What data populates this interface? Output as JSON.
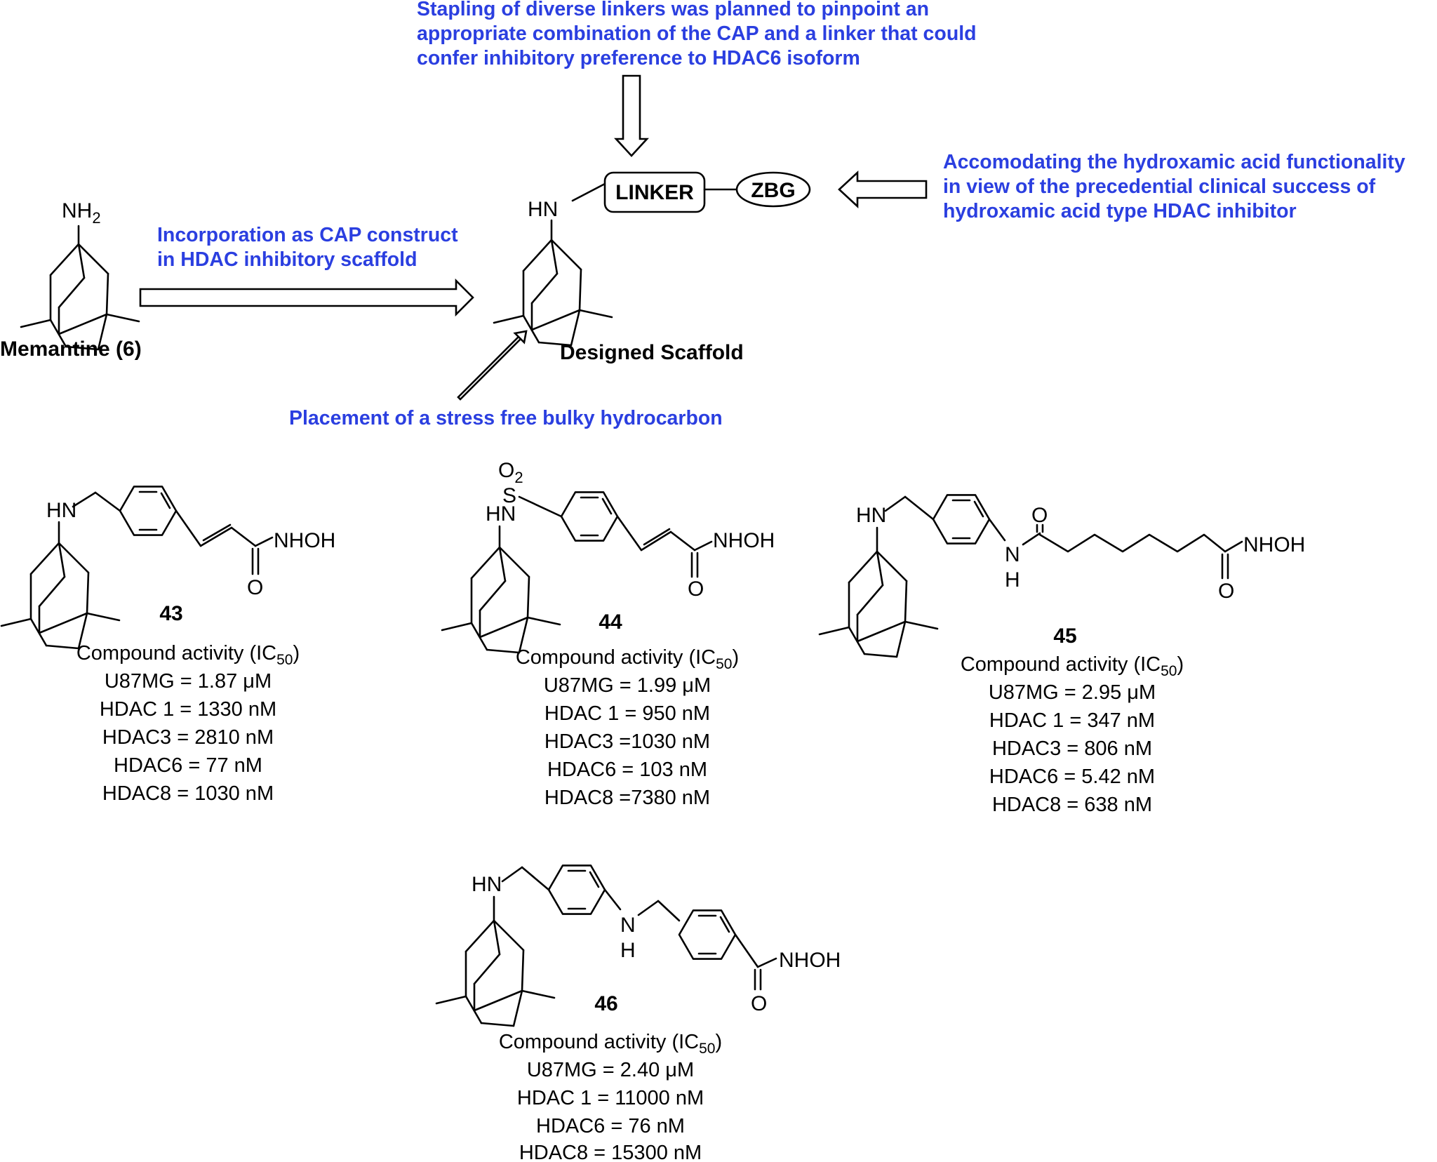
{
  "annotations": {
    "stapling": [
      "Stapling of diverse linkers was planned to pinpoint an",
      "appropriate combination of the CAP and a linker that could",
      "confer inhibitory preference to HDAC6 isoform"
    ],
    "zbg": [
      "Accomodating the hydroxamic acid functionality",
      "in view of the precedential clinical success of",
      "hydroxamic acid type HDAC inhibitor"
    ],
    "cap": [
      "Incorporation as CAP construct",
      "in HDAC inhibitory scaffold"
    ],
    "placement": "Placement of a stress free bulky hydrocarbon"
  },
  "scaffold": {
    "linker": "LINKER",
    "zbg": "ZBG",
    "hn": "HN",
    "label": "Designed Scaffold"
  },
  "memantine": {
    "nh": "NH",
    "nh_sub": "2",
    "label": "Memantine (6)"
  },
  "atoms": {
    "hn": "HN",
    "nhoh": "NHOH",
    "o": "O",
    "s": "S",
    "o2": "O",
    "o2_sub": "2",
    "n": "N",
    "h": "H"
  },
  "compounds": [
    {
      "id": "43",
      "activity_title": "Compound activity (IC",
      "activity_sub": "50",
      "activity_close": ")",
      "values": [
        "U87MG = 1.87 μM",
        "HDAC 1 = 1330 nM",
        "HDAC3 = 2810 nM",
        "HDAC6 = 77 nM",
        "HDAC8 = 1030 nM"
      ]
    },
    {
      "id": "44",
      "activity_title": "Compound activity (IC",
      "activity_sub": "50",
      "activity_close": ")",
      "values": [
        "U87MG = 1.99 μM",
        "HDAC 1 = 950 nM",
        "HDAC3 =1030 nM",
        "HDAC6 = 103 nM",
        "HDAC8 =7380 nM"
      ]
    },
    {
      "id": "45",
      "activity_title": "Compound activity (IC",
      "activity_sub": "50",
      "activity_close": ")",
      "values": [
        "U87MG = 2.95 μM",
        "HDAC 1 = 347 nM",
        "HDAC3 = 806 nM",
        "HDAC6 = 5.42 nM",
        "HDAC8 = 638 nM"
      ]
    },
    {
      "id": "46",
      "activity_title": "Compound activity (IC",
      "activity_sub": "50",
      "activity_close": ")",
      "values": [
        "U87MG = 2.40 μM",
        "HDAC 1 = 11000 nM",
        "HDAC6 = 76 nM",
        "HDAC8 = 15300 nM"
      ]
    }
  ]
}
